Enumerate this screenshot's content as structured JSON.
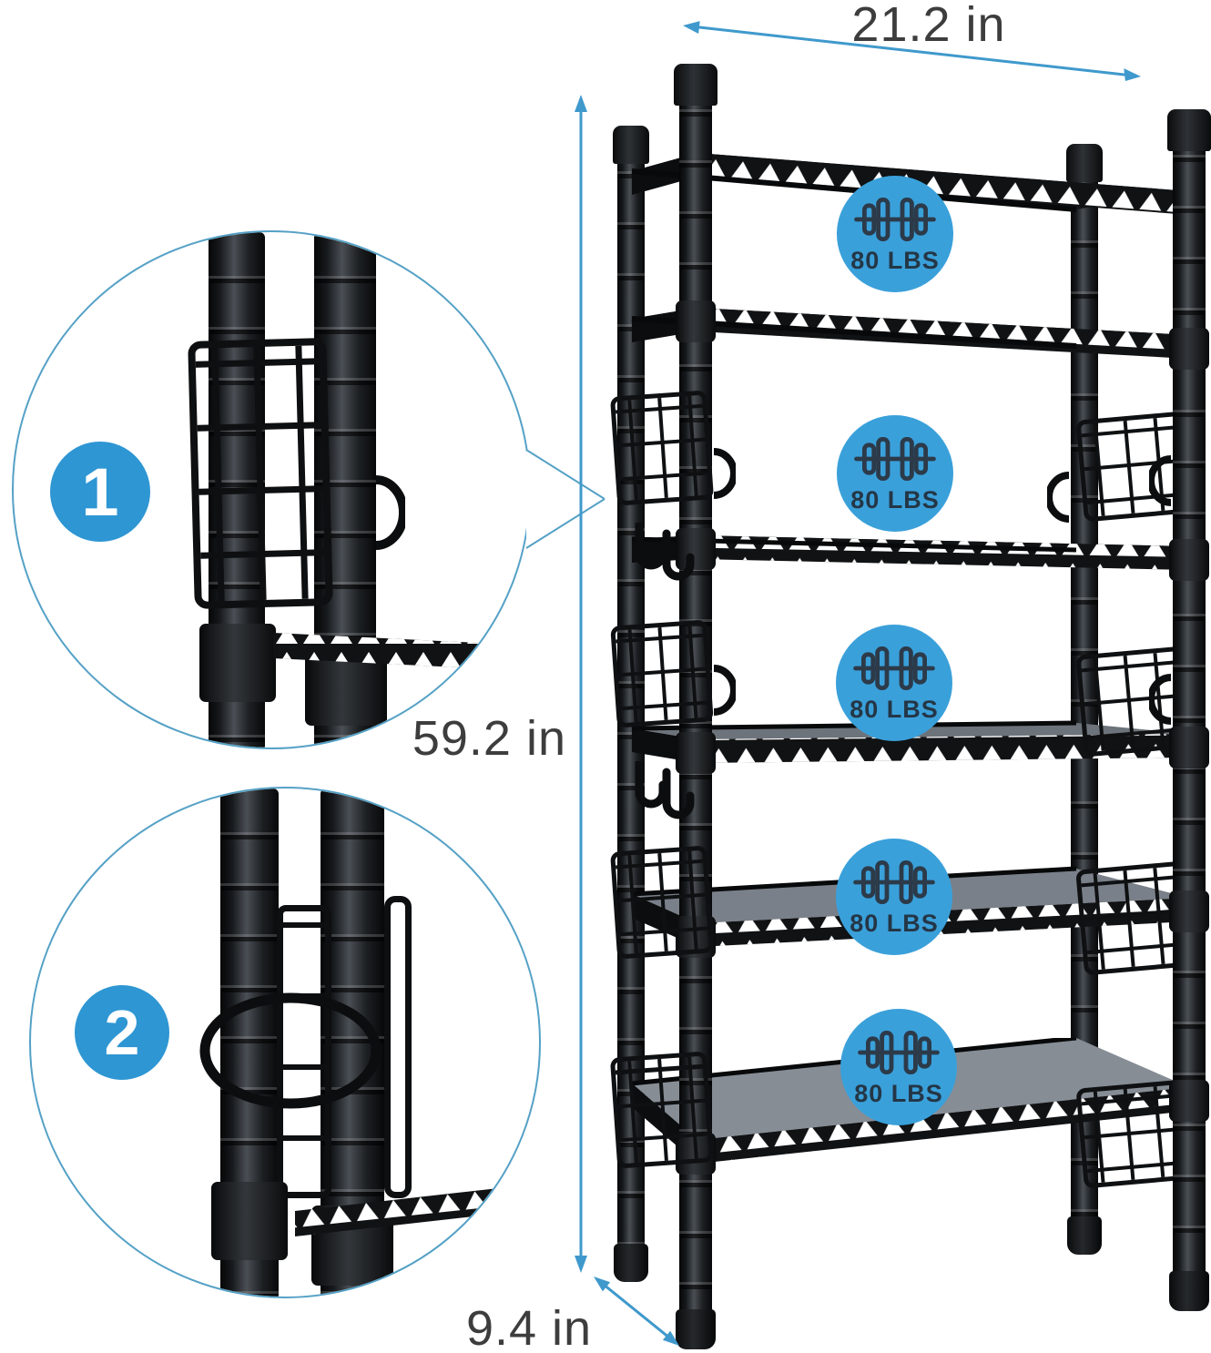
{
  "diagram": {
    "dimensions": {
      "width": "21.2 in",
      "height": "59.2 in",
      "depth": "9.4 in"
    },
    "callouts": [
      {
        "number": "1"
      },
      {
        "number": "2"
      }
    ],
    "shelf_badges": [
      {
        "icon": "dumbbell-icon",
        "label": "80 LBS"
      },
      {
        "icon": "dumbbell-icon",
        "label": "80 LBS"
      },
      {
        "icon": "dumbbell-icon",
        "label": "80 LBS"
      },
      {
        "icon": "dumbbell-icon",
        "label": "80 LBS"
      },
      {
        "icon": "dumbbell-icon",
        "label": "80 LBS"
      }
    ],
    "colors": {
      "accent_blue": "#3F99CC",
      "badge_blue": "#3AA0DA",
      "callout_number_blue": "#2E96D3",
      "icon_ink": "#2C3A49",
      "metal_black": "#101214",
      "dimension_text": "#3D3D3D"
    }
  }
}
